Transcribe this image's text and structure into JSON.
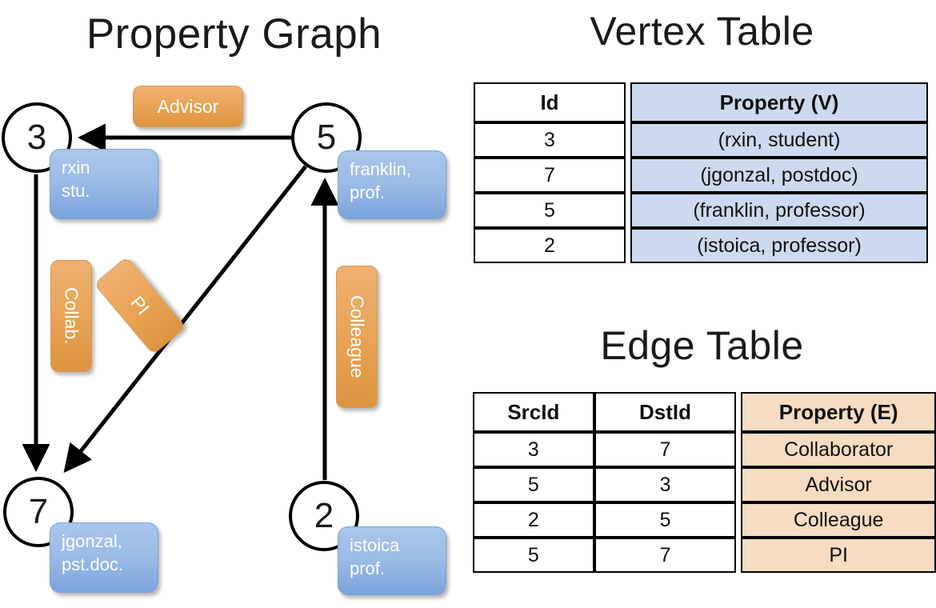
{
  "titles": {
    "graph": "Property Graph",
    "vertex_table": "Vertex Table",
    "edge_table": "Edge Table"
  },
  "graph": {
    "vertices": [
      {
        "id": "3",
        "property_line1": "rxin",
        "property_line2": "stu."
      },
      {
        "id": "5",
        "property_line1": "franklin,",
        "property_line2": "prof."
      },
      {
        "id": "7",
        "property_line1": "jgonzal,",
        "property_line2": "pst.doc."
      },
      {
        "id": "2",
        "property_line1": "istoica",
        "property_line2": "prof."
      }
    ],
    "edge_labels": {
      "advisor": "Advisor",
      "collab": "Collab.",
      "pi": "PI",
      "colleague": "Colleague"
    }
  },
  "vertex_table": {
    "headers": [
      "Id",
      "Property (V)"
    ],
    "rows": [
      {
        "id": "3",
        "property": "(rxin, student)"
      },
      {
        "id": "7",
        "property": "(jgonzal, postdoc)"
      },
      {
        "id": "5",
        "property": "(franklin, professor)"
      },
      {
        "id": "2",
        "property": "(istoica, professor)"
      }
    ]
  },
  "edge_table": {
    "headers": [
      "SrcId",
      "DstId",
      "Property (E)"
    ],
    "rows": [
      {
        "src": "3",
        "dst": "7",
        "property": "Collaborator"
      },
      {
        "src": "5",
        "dst": "3",
        "property": "Advisor"
      },
      {
        "src": "2",
        "dst": "5",
        "property": "Colleague"
      },
      {
        "src": "5",
        "dst": "7",
        "property": "PI"
      }
    ]
  },
  "colors": {
    "vertex_cell_blue": "#ccd9ee",
    "edge_cell_orange": "#f5dcc2",
    "node_bubble_blue": "#9dbce6",
    "edge_label_orange": "#e9a559",
    "stroke_black": "#000000"
  }
}
